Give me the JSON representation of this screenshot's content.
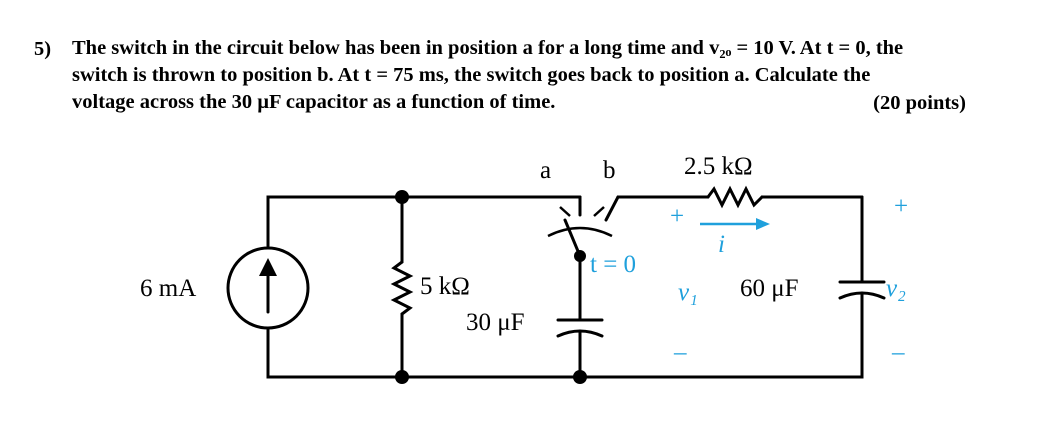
{
  "problem": {
    "number": "5)",
    "line1": "The switch in the circuit below has been in position a for a long time and v₂ₒ = 10 V. At t = 0, the",
    "line2": "switch is thrown to position b. At t = 75 ms, the switch goes back to position a.  Calculate the",
    "line3": "voltage across the 30 µF capacitor as a function of time.",
    "points": "(20 points)"
  },
  "circuit": {
    "source_label": "6 mA",
    "resistor1_label": "5 kΩ",
    "cap1_label": "30 μF",
    "switch_a": "a",
    "switch_b": "b",
    "switch_time": "t = 0",
    "resistor2_label": "2.5 kΩ",
    "current_label": "i",
    "v1_plus": "+",
    "v1_label": "v₁",
    "v1_minus": "–",
    "cap2_label": "60 μF",
    "v2_plus": "+",
    "v2_label": "v₂",
    "v2_minus": "–",
    "accent_color": "#1fa0dc"
  }
}
